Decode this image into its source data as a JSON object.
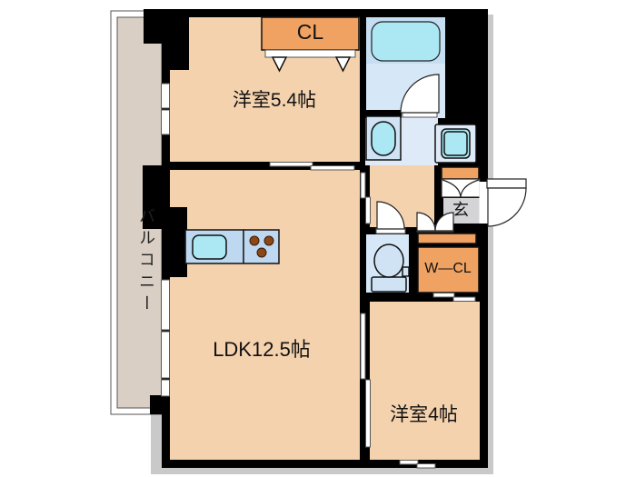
{
  "rooms": {
    "bedroom1": "洋室5.4帖",
    "ldk": "LDK12.5帖",
    "bedroom2": "洋室4帖",
    "balcony": "バルコニー",
    "closet": "CL",
    "walk_in_closet": "W—CL",
    "entrance": "玄"
  },
  "colors": {
    "room_fill": "#f5d2ae",
    "balcony_fill": "#d9cfc5",
    "closet_fill": "#f0a263",
    "bath_floor": "#d6e7f7",
    "bath_upper_band": "#c6def2",
    "washroom_floor": "#dfeaf8",
    "fixture_blue": "#cfe3f5",
    "tub_cyan": "#abe8f3",
    "kitchen_counter_blue": "#bdd8f0",
    "entrance_gray": "#d4d4d7",
    "wall_black": "#000000",
    "burner_brown": "#8c4715",
    "shadow_gray": "#c9c9c9"
  }
}
